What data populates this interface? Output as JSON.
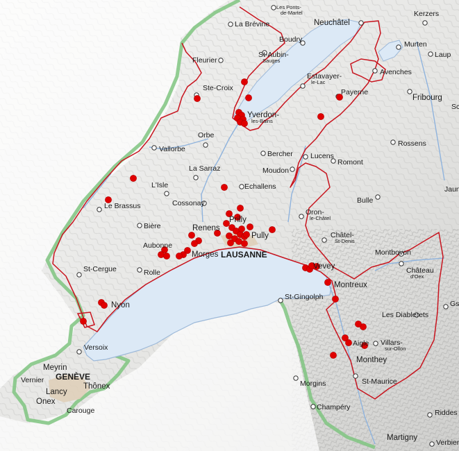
{
  "colors": {
    "lake": "#dce9f6",
    "lake_edge": "#9db9d9",
    "river": "#8fb3dd",
    "relief_light": "#f1f1f0",
    "relief_shadow": "#c4c4c2",
    "border_green": "#7fc480",
    "canton_border": "#c8141e",
    "urban": "#dfcfb9",
    "marker": "#e00000"
  },
  "towns": [
    {
      "name": "Les Ponts-",
      "sub": "de-Martel"
    },
    {
      "name": "La Brévine"
    },
    {
      "name": "Neuchâtel"
    },
    {
      "name": "Kerzers"
    },
    {
      "name": "Laup"
    },
    {
      "name": "Boudry"
    },
    {
      "name": "Fleurier"
    },
    {
      "name": "St-Aubin-",
      "sub": "Sauges"
    },
    {
      "name": "Murten"
    },
    {
      "name": "Avenches"
    },
    {
      "name": "Estavayer-",
      "sub": "le-Lac"
    },
    {
      "name": "Payerne"
    },
    {
      "name": "Fribourg"
    },
    {
      "name": "Sch"
    },
    {
      "name": "Ste-Croix"
    },
    {
      "name": "Yverdon-",
      "sub": "les-Bains"
    },
    {
      "name": "Orbe"
    },
    {
      "name": "Vallorbe"
    },
    {
      "name": "Bercher"
    },
    {
      "name": "Lucens"
    },
    {
      "name": "Rossens"
    },
    {
      "name": "La Sarraz"
    },
    {
      "name": "Moudon"
    },
    {
      "name": "Romont"
    },
    {
      "name": "L'Isle"
    },
    {
      "name": "Echallens"
    },
    {
      "name": "Jaun"
    },
    {
      "name": "Le Brassus"
    },
    {
      "name": "Cossonay"
    },
    {
      "name": "Bulle"
    },
    {
      "name": "Bière"
    },
    {
      "name": "Renens"
    },
    {
      "name": "Prilly"
    },
    {
      "name": "Oron-",
      "sub": "le-Châtel"
    },
    {
      "name": "Pully"
    },
    {
      "name": "Châtel-",
      "sub": "St-Denis"
    },
    {
      "name": "Aubonne"
    },
    {
      "name": "Morges"
    },
    {
      "name": "LAUSANNE"
    },
    {
      "name": "Montbovon"
    },
    {
      "name": "St-Cergue"
    },
    {
      "name": "Rolle"
    },
    {
      "name": "Vevey"
    },
    {
      "name": "Château",
      "sub": "d'Oex"
    },
    {
      "name": "Montreux"
    },
    {
      "name": "Nyon"
    },
    {
      "name": "St-Gingolph"
    },
    {
      "name": "Gst"
    },
    {
      "name": "Les Diablerets"
    },
    {
      "name": "Aigle"
    },
    {
      "name": "Villars-",
      "sub": "sur-Ollon"
    },
    {
      "name": "Versoix"
    },
    {
      "name": "Meyrin"
    },
    {
      "name": "Monthey"
    },
    {
      "name": "Vernier"
    },
    {
      "name": "GENÈVE"
    },
    {
      "name": "Thônex"
    },
    {
      "name": "Lancy"
    },
    {
      "name": "St-Maurice"
    },
    {
      "name": "Onex"
    },
    {
      "name": "Morgins"
    },
    {
      "name": "Carouge"
    },
    {
      "name": "Champéry"
    },
    {
      "name": "Riddes"
    },
    {
      "name": "Martigny"
    },
    {
      "name": "Verbier"
    }
  ]
}
